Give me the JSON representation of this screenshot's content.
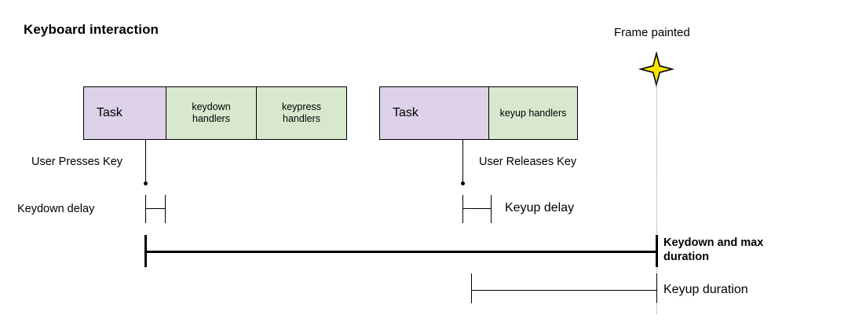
{
  "diagram": {
    "title": "Keyboard interaction",
    "frame_marker": {
      "label": "Frame painted",
      "icon": "four-point-star-icon",
      "star_fill": "#ffe500",
      "star_stroke": "#000000",
      "guideline_color": "#9a9a9a"
    },
    "tracks": [
      {
        "name": "keydown-task-track",
        "segments": [
          {
            "label": "Task",
            "kind": "task",
            "fill": "#ddd2ea"
          },
          {
            "label": "keydown\nhandlers",
            "line1": "keydown",
            "line2": "handlers",
            "kind": "handler",
            "fill": "#d8e8ce"
          },
          {
            "label": "keypress\nhandlers",
            "line1": "keypress",
            "line2": "handlers",
            "kind": "handler",
            "fill": "#d8e8ce"
          }
        ]
      },
      {
        "name": "keyup-task-track",
        "segments": [
          {
            "label": "Task",
            "kind": "task",
            "fill": "#ddd2ea"
          },
          {
            "label": "keyup handlers",
            "line1": "keyup handlers",
            "line2": "",
            "kind": "handler",
            "fill": "#d8e8ce"
          }
        ]
      }
    ],
    "events": [
      {
        "name": "keydown-event",
        "label": "User Presses Key"
      },
      {
        "name": "keyup-event",
        "label": "User Releases Key"
      }
    ],
    "measures": [
      {
        "name": "keydown-delay",
        "label": "Keydown delay",
        "bold": false
      },
      {
        "name": "keyup-delay",
        "label": "Keyup delay",
        "bold": false
      },
      {
        "name": "keydown-and-max-duration",
        "label": "Keydown and max duration",
        "line1": "Keydown and max",
        "line2": "duration",
        "bold": true
      },
      {
        "name": "keyup-duration",
        "label": "Keyup duration",
        "bold": false
      }
    ]
  }
}
